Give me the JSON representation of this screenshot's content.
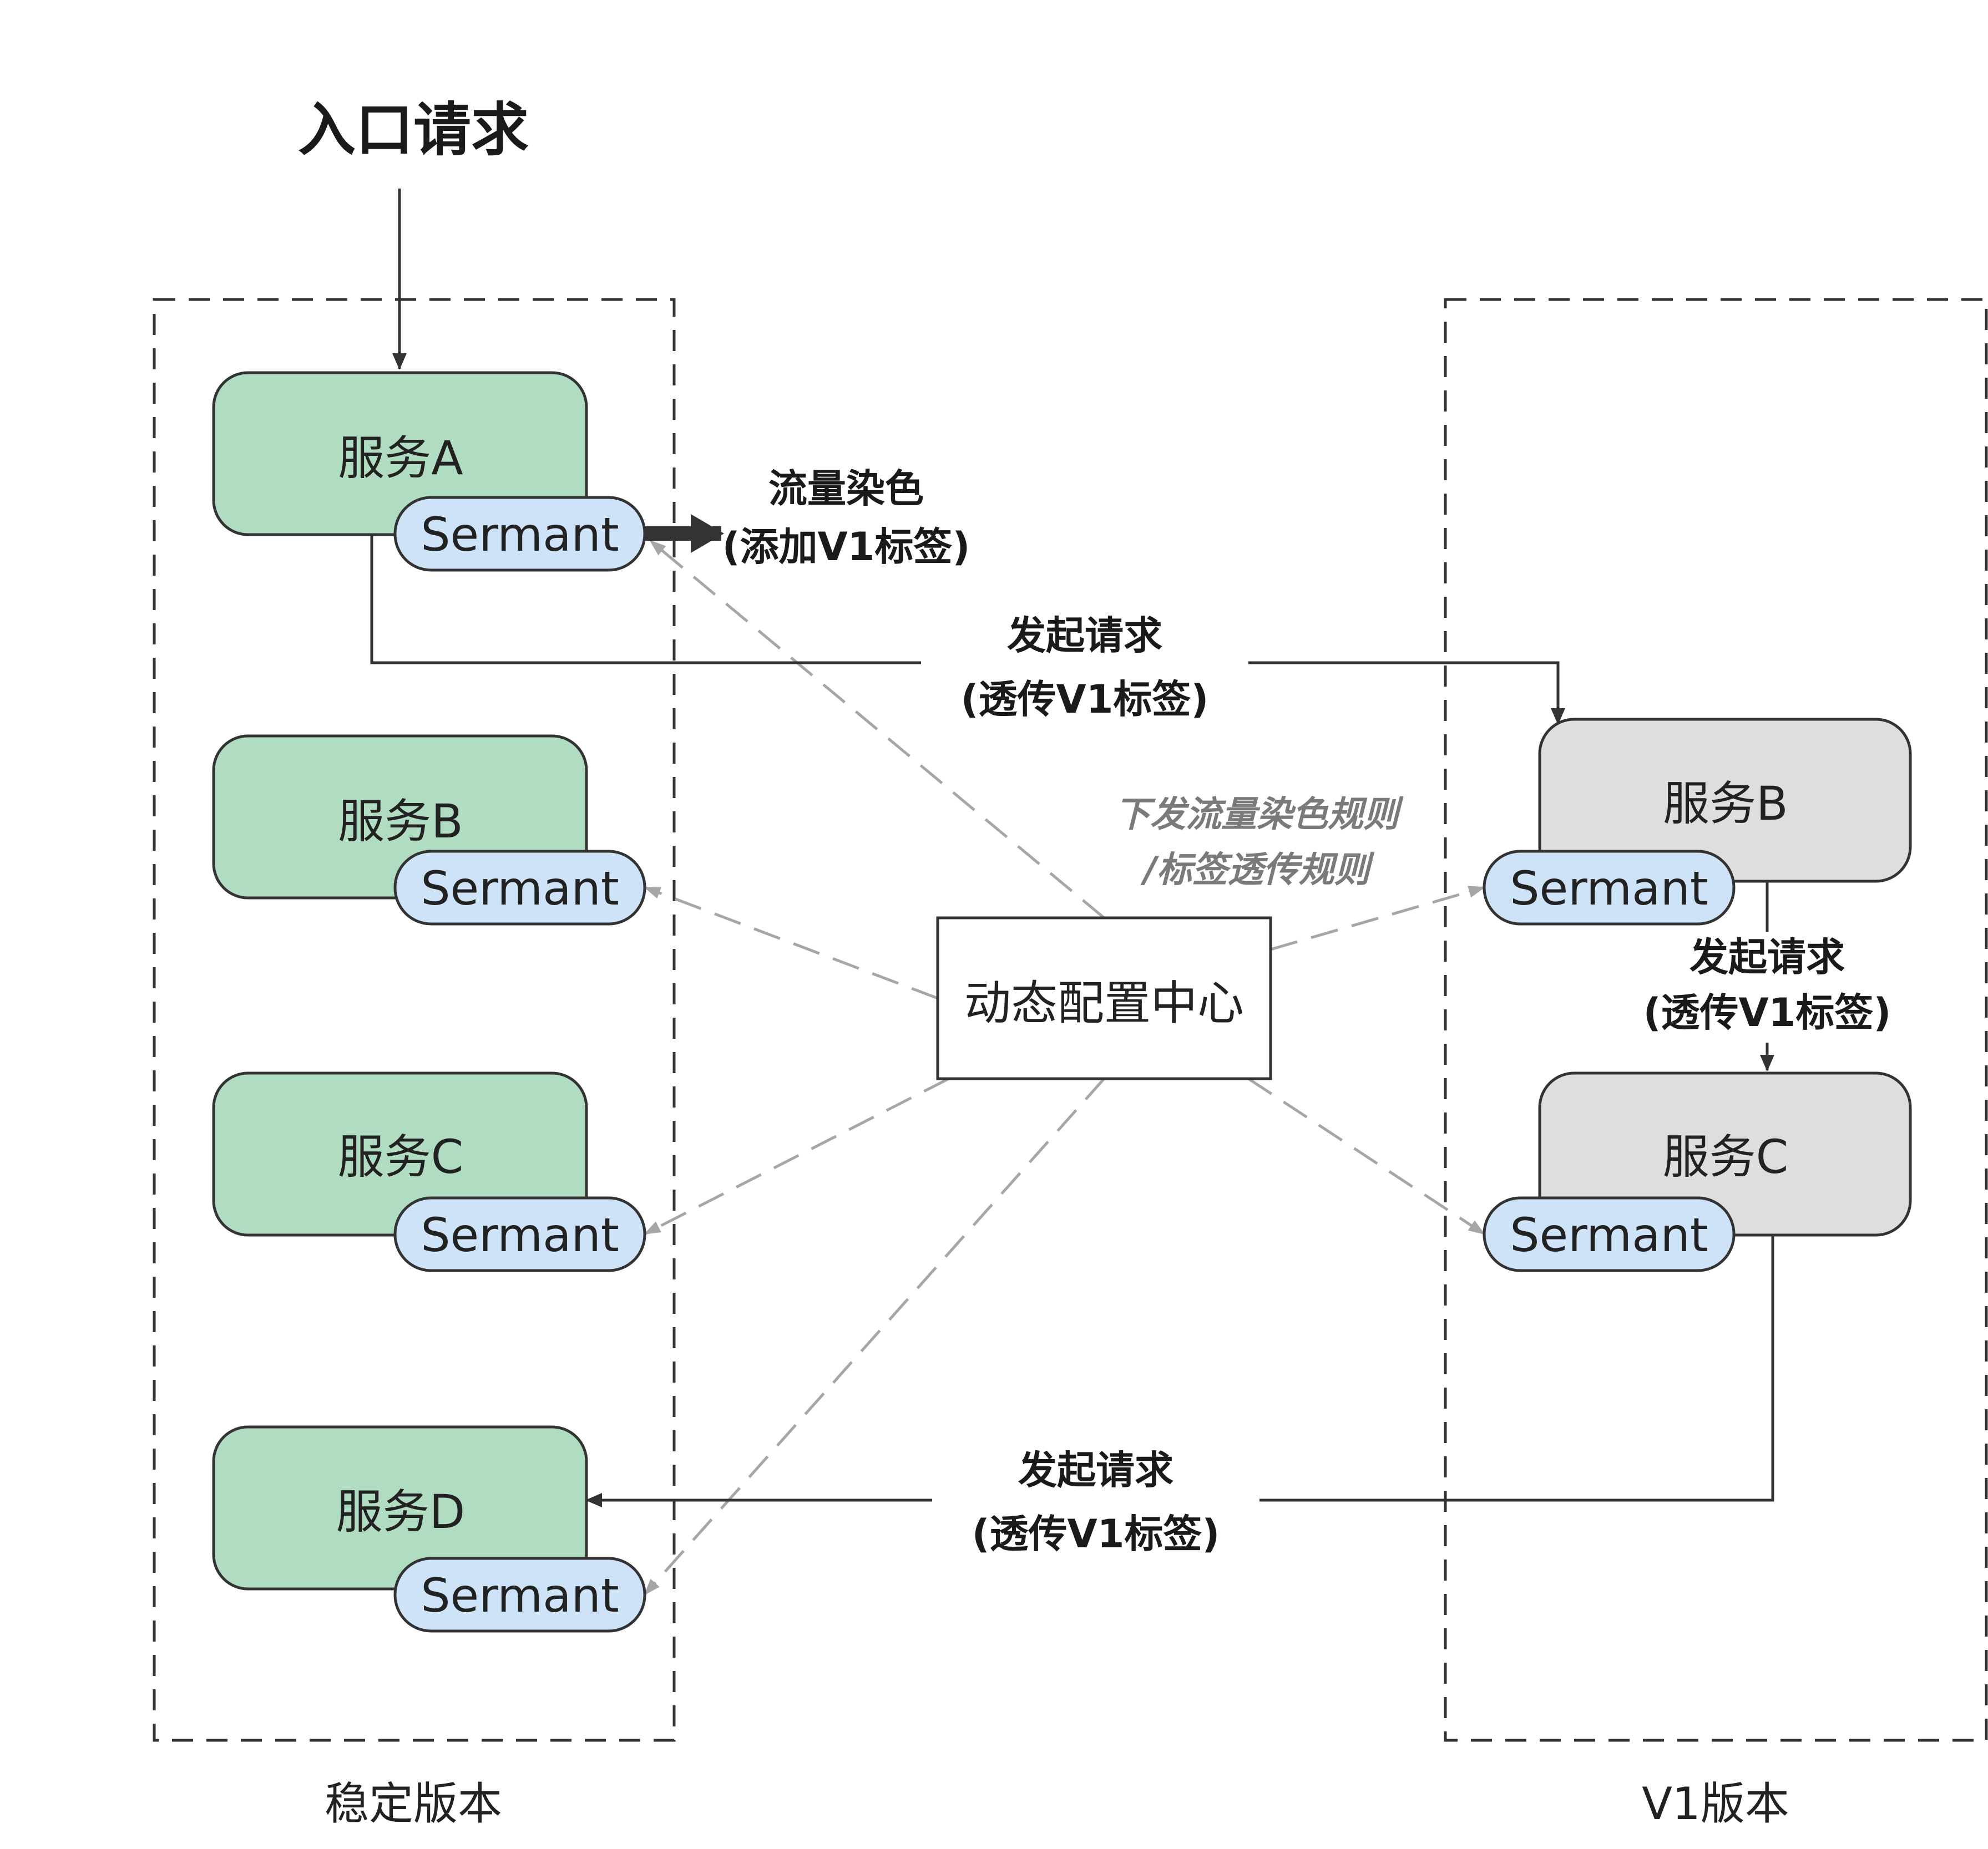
{
  "entry": {
    "title": "入口请求"
  },
  "groups": {
    "stable": {
      "label": "稳定版本"
    },
    "v1": {
      "label": "V1版本"
    }
  },
  "services": {
    "a": {
      "name": "服务A",
      "agent": "Sermant"
    },
    "b": {
      "name": "服务B",
      "agent": "Sermant"
    },
    "c": {
      "name": "服务C",
      "agent": "Sermant"
    },
    "d": {
      "name": "服务D",
      "agent": "Sermant"
    },
    "v1b": {
      "name": "服务B",
      "agent": "Sermant"
    },
    "v1c": {
      "name": "服务C",
      "agent": "Sermant"
    }
  },
  "config_center": {
    "label": "动态配置中心"
  },
  "labels": {
    "dye_line1": "流量染色",
    "dye_line2": "(添加V1标签)",
    "req_a_b_line1": "发起请求",
    "req_a_b_line2": "(透传V1标签)",
    "req_b_c_line1": "发起请求",
    "req_b_c_line2": "(透传V1标签)",
    "req_c_d_line1": "发起请求",
    "req_c_d_line2": "(透传V1标签)",
    "rules_line1": "下发流量染色规则",
    "rules_line2": "/标签透传规则"
  },
  "colors": {
    "stable_fill": "#b0dcc2",
    "v1_fill": "#dedede",
    "sermant_fill": "#cfe3f8",
    "stroke": "#333333",
    "dashed_gray": "#a6a6a6"
  }
}
